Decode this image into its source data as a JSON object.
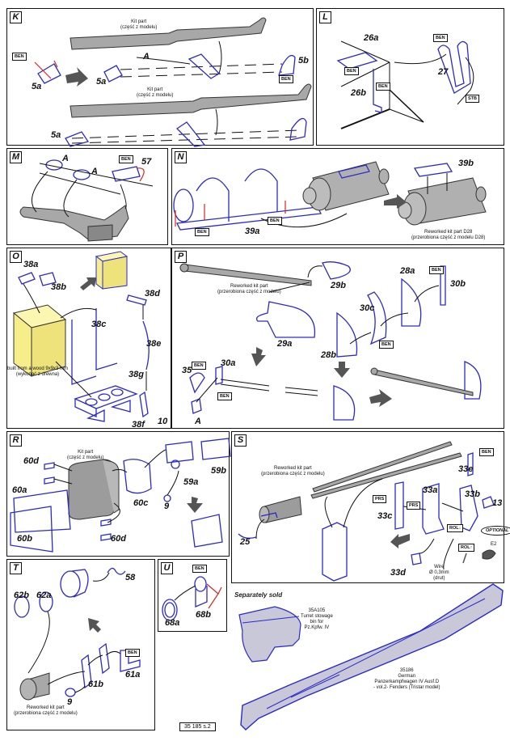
{
  "document": {
    "footer_code": "35 185 s.2",
    "separately_sold": "Separately sold"
  },
  "panels": {
    "K": {
      "letter": "K",
      "kit_part_top": [
        "Kit part",
        "(część z modelu)"
      ],
      "kit_part_bottom": [
        "Kit part",
        "(część z modelu)"
      ],
      "labels": [
        "5a",
        "5a",
        "5a",
        "5b",
        "A"
      ],
      "tags": [
        "BEN",
        "BEN"
      ]
    },
    "L": {
      "letter": "L",
      "labels": [
        "26a",
        "26b",
        "27"
      ],
      "tags": [
        "BEN",
        "BEN",
        "BEN",
        "STB"
      ]
    },
    "M": {
      "letter": "M",
      "labels": [
        "A",
        "A",
        "57"
      ],
      "tags": [
        "BEN"
      ]
    },
    "N": {
      "letter": "N",
      "labels": [
        "39a",
        "39b"
      ],
      "tags": [
        "BEN",
        "BEN"
      ],
      "note": [
        "Reworked kit part D28",
        "(przerobiona część z modelu D28)"
      ]
    },
    "O": {
      "letter": "O",
      "labels": [
        "38a",
        "38b",
        "38c",
        "38d",
        "38e",
        "38g",
        "38f",
        "10"
      ],
      "note": [
        "built from a wood 9x9x3 mm",
        "(wykonać z drewna)"
      ]
    },
    "P": {
      "letter": "P",
      "labels": [
        "29a",
        "29b",
        "28a",
        "28b",
        "30a",
        "30b",
        "30c",
        "35",
        "A"
      ],
      "tags": [
        "BEN",
        "BEN",
        "BEN",
        "BEN"
      ],
      "note": [
        "Reworked kit part",
        "(przerobiona część z modelu)"
      ]
    },
    "R": {
      "letter": "R",
      "labels": [
        "60d",
        "60a",
        "60b",
        "60c",
        "60d",
        "59a",
        "59b",
        "9"
      ],
      "note": [
        "Kit part",
        "(część z modelu)"
      ]
    },
    "S": {
      "letter": "S",
      "labels": [
        "25",
        "33a",
        "33b",
        "33c",
        "33d",
        "33e",
        "13"
      ],
      "tags": [
        "BEN",
        "PRS",
        "PRS",
        "ROL↓",
        "ROL↑"
      ],
      "optional": "OPTIONAL",
      "optional_part": "E2",
      "note": [
        "Reworked kit part",
        "(przerobiona część z modelu)"
      ],
      "wire_note": [
        "Wire",
        "Ø 0,3mm",
        "(drut)"
      ]
    },
    "T": {
      "letter": "T",
      "labels": [
        "58",
        "62b",
        "62a",
        "61b",
        "61a",
        "9"
      ],
      "tags": [
        "BEN"
      ],
      "note": [
        "Reworked kit part",
        "(przerobiona część z modelu)"
      ]
    },
    "U": {
      "letter": "U",
      "labels": [
        "68a",
        "68b"
      ],
      "tags": [
        "BEN"
      ]
    }
  },
  "sold": {
    "bin": [
      "35A105",
      "Turret stowage",
      "bin for",
      "Pz.Kpfw. IV"
    ],
    "fenders": [
      "35186",
      "German",
      "Panzerkampfwagen IV Ausf.D",
      "- vol.2- Fenders (Tristar model)"
    ]
  },
  "colors": {
    "part_blue": "#2a2acc",
    "kit_gray": "#a8a8a8",
    "wood_yellow": "#f5ee8a",
    "bend_red": "#dd2222",
    "fender_fill": "#c8c8d8"
  }
}
